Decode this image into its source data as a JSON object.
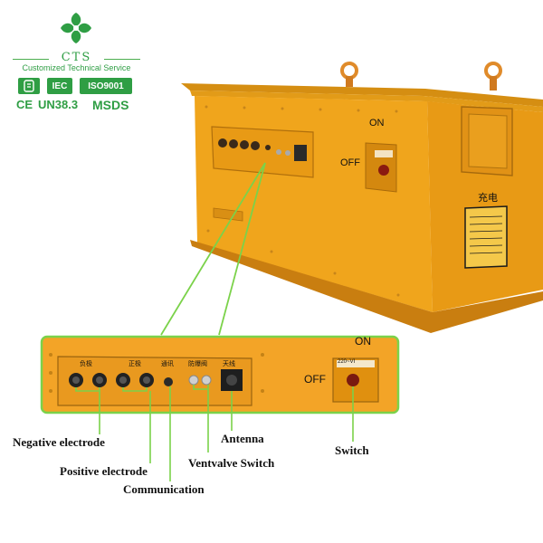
{
  "logo": {
    "brand": "CTS",
    "tagline": "Customized Technical Service",
    "cert_badges": [
      "",
      "IEC",
      "ISO9001"
    ],
    "cert_texts": [
      "CE",
      "UN38.3",
      "MSDS"
    ],
    "brand_color": "#2f9e44"
  },
  "battery_box": {
    "body_color": "#f0a51c",
    "switch_on": "ON",
    "switch_off": "OFF",
    "charge_label": "充电"
  },
  "panel": {
    "port_labels": [
      "负极",
      "正极",
      "通讯",
      "防爆阀",
      "天线"
    ],
    "switch_on": "ON",
    "switch_off": "OFF",
    "switch_plate_text": "220~VI"
  },
  "callouts": {
    "negative": "Negative electrode",
    "positive": "Positive electrode",
    "communication": "Communication",
    "ventvalve": "Ventvalve Switch",
    "antenna": "Antenna",
    "switch": "Switch"
  },
  "accent_line_color": "#7bd24a"
}
